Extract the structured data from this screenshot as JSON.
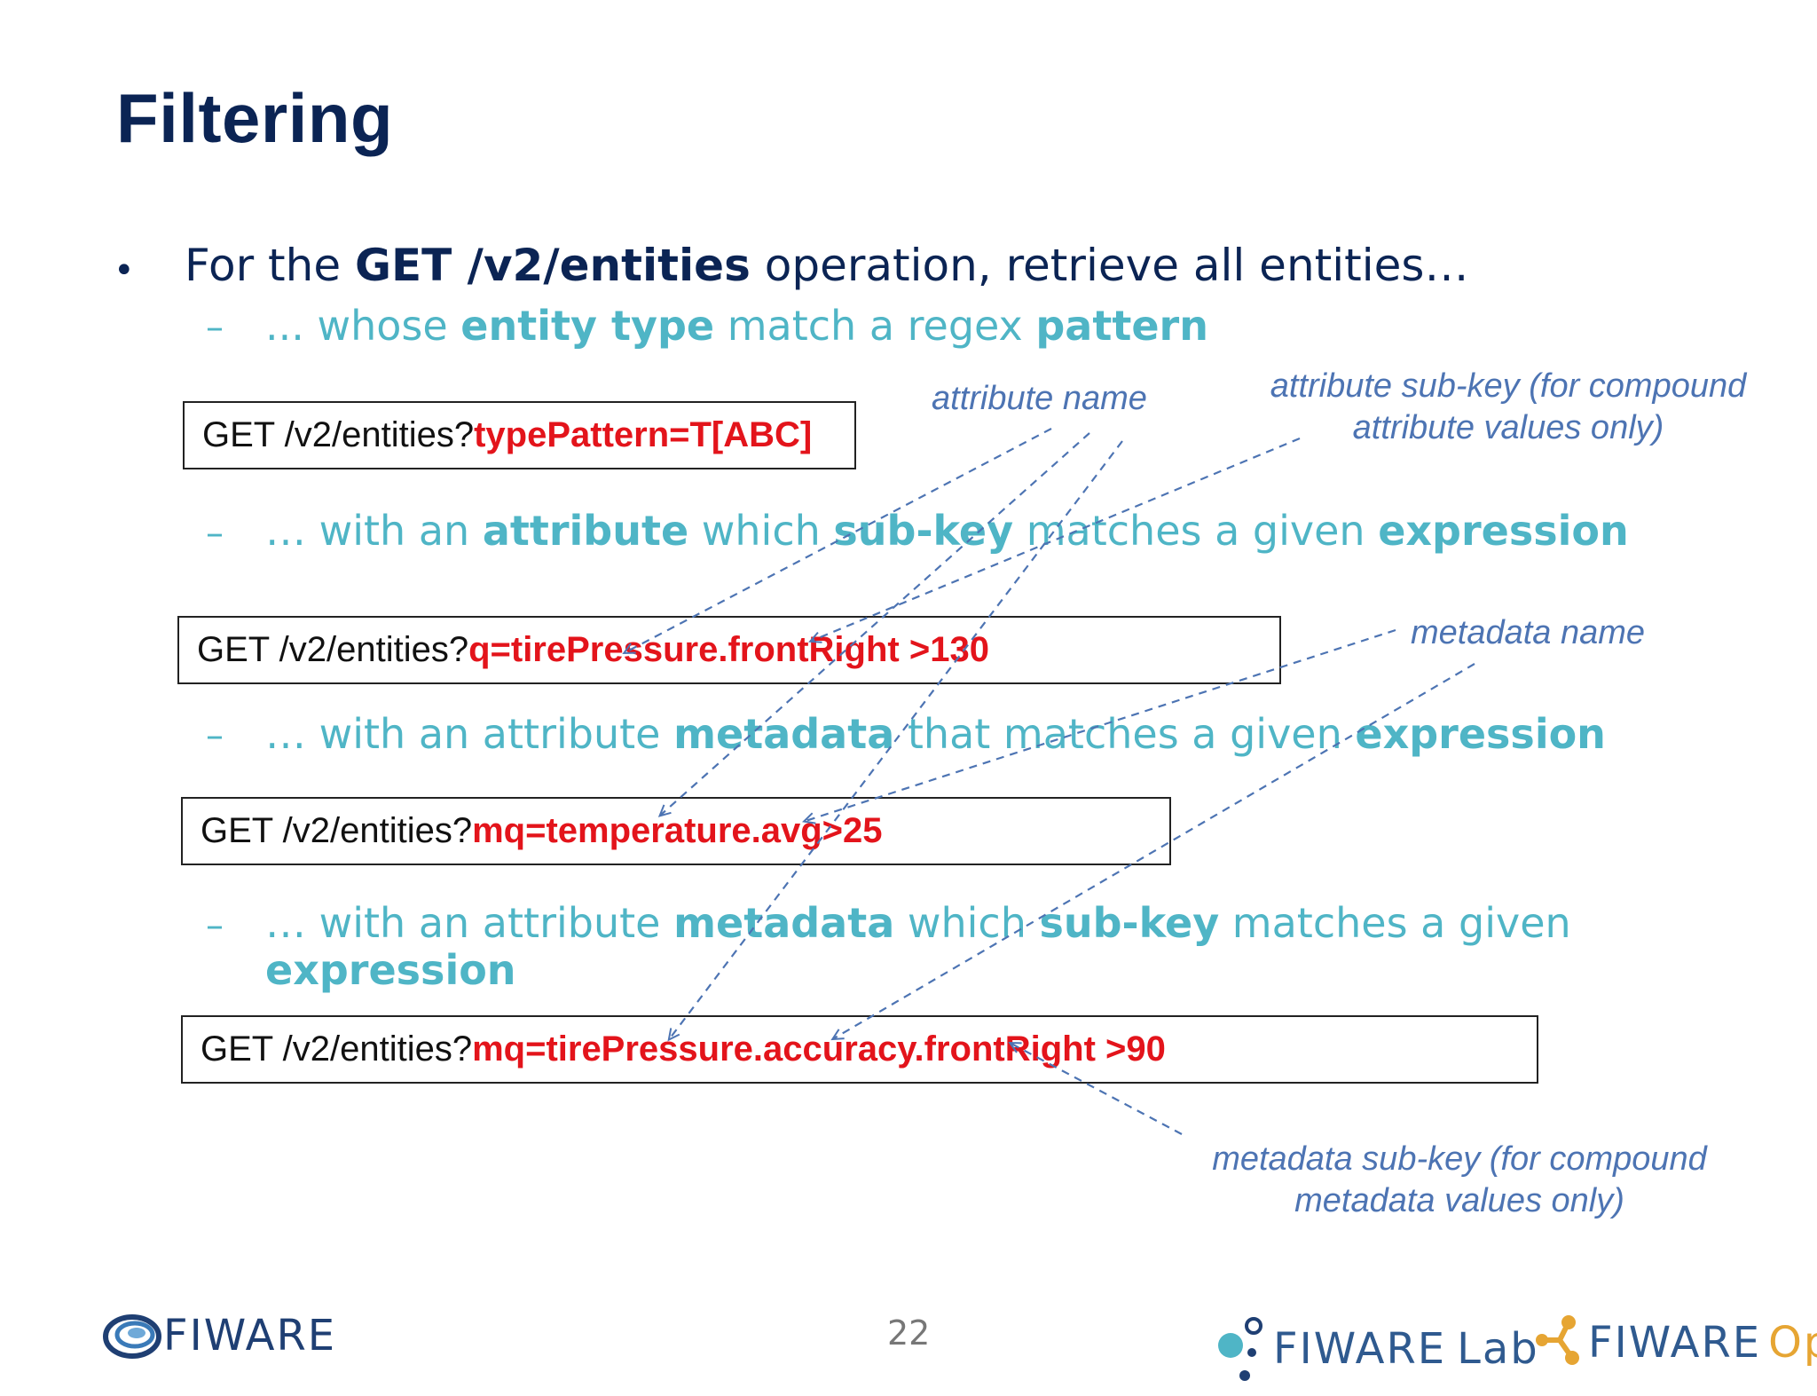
{
  "slide": {
    "title": "Filtering",
    "bullet_marker": "•",
    "main_bullet": {
      "prefix": "For the ",
      "bold": "GET /v2/entities",
      "suffix": " operation, retrieve all entities…"
    },
    "subs": [
      {
        "dash": "–",
        "parts": [
          "... whose ",
          "entity type",
          " match a regex ",
          "pattern"
        ]
      },
      {
        "dash": "–",
        "parts": [
          "… with an ",
          "attribute",
          " which ",
          "sub-key",
          " matches a given ",
          "expression"
        ]
      },
      {
        "dash": "–",
        "parts": [
          "… with an attribute ",
          "metadata",
          " that matches a given ",
          "expression"
        ]
      },
      {
        "dash": "–",
        "parts": [
          "… with an attribute ",
          "metadata",
          " which ",
          "sub-key",
          " matches a given",
          "expression"
        ]
      }
    ],
    "codes": [
      {
        "prefix": "GET /v2/entities?",
        "query": "typePattern=T[ABC]"
      },
      {
        "prefix": "GET /v2/entities?",
        "query": "q=tirePressure.frontRight >130"
      },
      {
        "prefix": "GET /v2/entities?",
        "query": "mq=temperature.avg>25"
      },
      {
        "prefix": "GET /v2/entities?",
        "query": "mq=tirePressure.accuracy.frontRight >90"
      }
    ],
    "annotations": {
      "attribute_name": "attribute name",
      "attribute_subkey_line1": "attribute sub-key (for compound",
      "attribute_subkey_line2": "attribute values only)",
      "metadata_name": "metadata name",
      "metadata_subkey_line1": "metadata sub-key (for compound",
      "metadata_subkey_line2": "metadata values only)"
    },
    "page_number": "22",
    "logos": {
      "fiware": "FIWARE",
      "fiware_lab_1": "FIWARE",
      "fiware_lab_2": "Lab",
      "fiware_ops_1": "FIWARE",
      "fiware_ops_2": "Ops"
    },
    "colors": {
      "title": "#0b2454",
      "sub_text": "#4fb5c6",
      "query_red": "#e3141b",
      "annotation_blue": "#4d74b3"
    }
  }
}
